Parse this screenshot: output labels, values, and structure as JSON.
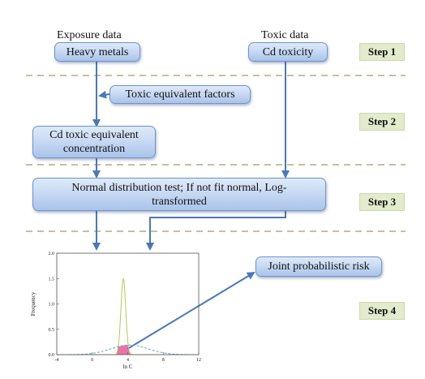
{
  "captions": {
    "exposure": "Exposure data",
    "toxic": "Toxic data"
  },
  "boxes": {
    "heavy_metals": "Heavy metals",
    "cd_toxicity": "Cd toxicity",
    "tef": "Toxic equivalent factors",
    "cd_teq": "Cd toxic equivalent concentration",
    "normal_test": "Normal distribution test; If not fit normal, Log-transformed",
    "joint_risk": "Joint probabilistic risk"
  },
  "steps": [
    "Step 1",
    "Step 2",
    "Step 3",
    "Step 4"
  ],
  "colors": {
    "arrow": "#4a78b8",
    "dash": "#c8bf9e",
    "curve_tall": "#b5c95a",
    "curve_wide": "#5aaad8",
    "overlap": "#e85a9a"
  },
  "chart_data": {
    "type": "line",
    "xlabel": "ln C",
    "ylabel": "Frequency",
    "xlim": [
      -4,
      12
    ],
    "ylim": [
      0,
      2.0
    ],
    "x_ticks": [
      "-4",
      "0",
      "4",
      "8",
      "12"
    ],
    "y_ticks": [
      "0.0",
      "0.5",
      "1.0",
      "1.5",
      "2.0"
    ],
    "series": [
      {
        "mean": 3.5,
        "sd": 0.27,
        "peak": 1.5
      },
      {
        "mean": 4.2,
        "sd": 2.1,
        "peak": 0.19
      }
    ],
    "overlap_band": [
      2.8,
      4.6
    ]
  }
}
